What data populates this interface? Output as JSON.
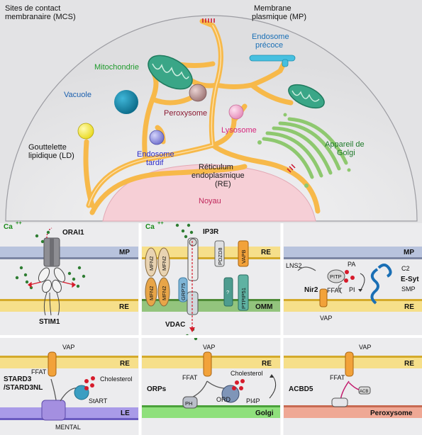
{
  "top": {
    "mcs_title": [
      "Sites de contact",
      "membranaire (MCS)"
    ],
    "plasma_membrane": [
      "Membrane",
      "plasmique (MP)"
    ],
    "early_endosome": [
      "Endosome",
      "précoce"
    ],
    "mitochondria": "Mitochondrie",
    "vacuole": "Vacuole",
    "peroxisome": "Peroxysome",
    "lysosome": "Lysosome",
    "lipid_droplet": [
      "Gouttelette",
      "lipidique (LD)"
    ],
    "late_endosome": [
      "Endosome",
      "tardif"
    ],
    "er": [
      "Réticulum",
      "endoplasmique",
      "(RE)"
    ],
    "golgi": [
      "Appareil de",
      "Golgi"
    ],
    "nucleus": "Noyau"
  },
  "colors": {
    "er": "#f7b94a",
    "mito": "#3aa687",
    "mito_label": "#1f9a2c",
    "vacuole": "#157e9e",
    "vacuole_label": "#1a5fae",
    "peroxisome": "#c4a1a1",
    "peroxisome_label": "#8b1a33",
    "lysosome": "#f5b6d6",
    "lysosome_label": "#d6257c",
    "ld": "#f7f060",
    "late_endosome": "#9c9ce6",
    "late_endosome_label": "#2d2dc9",
    "golgi": "#8ec86f",
    "early_endosome": "#47c0e0",
    "nucleus": "#f4c6cf",
    "nucleus_label": "#c0285c",
    "pm_bar": "#b8c3dd",
    "er_bar": "#f6df8a",
    "omm_bar": "#93c47d",
    "le_bar": "#a99be8",
    "golgi_bar": "#8fe07c",
    "perox_bar": "#efa895",
    "ca_label": "#1a8a1a"
  },
  "panels": {
    "orai": {
      "ca": "Ca",
      "ca_sup": "++",
      "orai1": "ORAI1",
      "mp": "MP",
      "re": "RE",
      "stim1": "STIM1"
    },
    "ip3r": {
      "ca": "Ca",
      "ca_sup": "++",
      "ip3r": "IP3R",
      "re": "RE",
      "omm": "OMM",
      "mfn2": "MFN2",
      "grp75": "GRP75",
      "pdzd8": "PDZD8",
      "vapb": "VAPB",
      "ptpip51": "PTPIP51",
      "q": "?",
      "vdac": "VDAC"
    },
    "esyt": {
      "mp": "MP",
      "re": "RE",
      "lns2": "LNS2",
      "pa": "PA",
      "pi": "PI",
      "pitp": "PITP",
      "nir2": "Nir2",
      "ffat": "FFAT",
      "vap": "VAP",
      "c2": "C2",
      "esyt": "E-Syt",
      "smp": "SMP"
    },
    "stard3": {
      "vap": "VAP",
      "re": "RE",
      "ffat": "FFAT",
      "name1": "STARD3",
      "name2": "/STARD3NL",
      "cholesterol": "Cholesterol",
      "start": "StART",
      "le": "LE",
      "mental": "MENTAL"
    },
    "orp": {
      "vap": "VAP",
      "re": "RE",
      "ffat": "FFAT",
      "name": "ORPs",
      "cholesterol": "Cholesterol",
      "ord": "ORD",
      "ph": "PH",
      "pi4p": "PI4P",
      "golgi": "Golgi"
    },
    "acbd5": {
      "vap": "VAP",
      "re": "RE",
      "ffat": "FFAT",
      "name": "ACBD5",
      "acb": "ACB",
      "peroxysome": "Peroxysome"
    }
  }
}
